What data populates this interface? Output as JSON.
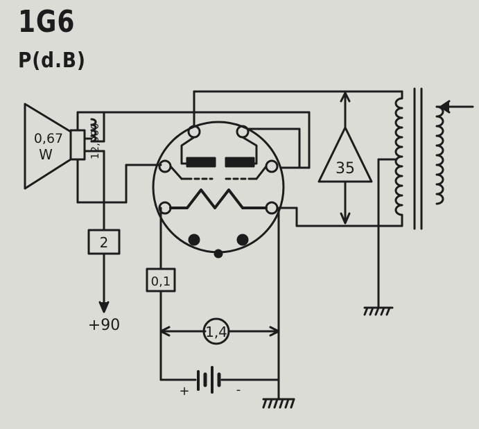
{
  "header": {
    "tube_type": "1G6",
    "subtitle": "P(d.B)"
  },
  "speaker": {
    "power_top": "0,67",
    "power_bottom": "W",
    "transformer_ratio": "12,000"
  },
  "resistors": {
    "plate_supply": "2",
    "grid_bias": "0,1"
  },
  "supply": {
    "plate_voltage": "+90",
    "filament_voltage": "1,4",
    "battery_positive": "+",
    "battery_negative": "-"
  },
  "input": {
    "transformer_ratio": "35"
  },
  "colors": {
    "ink": "#1c1c1c",
    "paper": "#dcdcd6"
  }
}
